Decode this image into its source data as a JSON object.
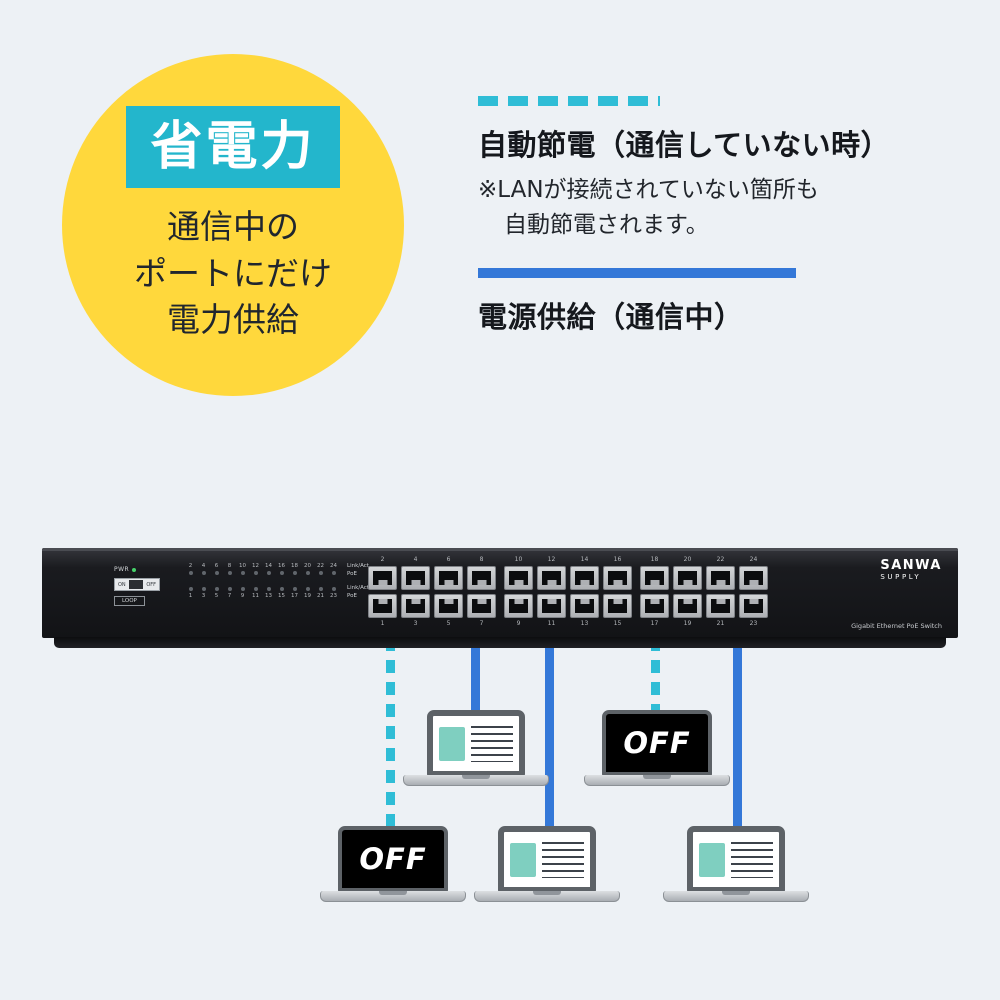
{
  "colors": {
    "badge_circle": "#ffd83c",
    "badge_box": "#23b6cc",
    "auto_save_dash": "#2fbdd6",
    "power_solid": "#3478d8"
  },
  "badge": {
    "title": "省電力",
    "line1": "通信中の",
    "line2": "ポートにだけ",
    "line3": "電力供給"
  },
  "legend": {
    "auto_title": "自動節電（通信していない時）",
    "auto_note1": "※LANが接続されていない箇所も",
    "auto_note2": "自動節電されます。",
    "power_title": "電源供給（通信中）"
  },
  "switch": {
    "brand_line1": "SANWA",
    "brand_line2": "SUPPLY",
    "model": "Gigabit Ethernet PoE Switch",
    "panel": {
      "pwr": "PWR",
      "on": "ON",
      "off": "OFF",
      "loop": "LOOP",
      "link_act": "Link/Act",
      "poe": "PoE"
    },
    "port_numbers_top": [
      "2",
      "4",
      "6",
      "8",
      "10",
      "12",
      "14",
      "16",
      "18",
      "20",
      "22",
      "24"
    ],
    "port_numbers_bottom": [
      "1",
      "3",
      "5",
      "7",
      "9",
      "11",
      "13",
      "15",
      "17",
      "19",
      "21",
      "23"
    ]
  },
  "laptops": {
    "off_label": "OFF"
  }
}
